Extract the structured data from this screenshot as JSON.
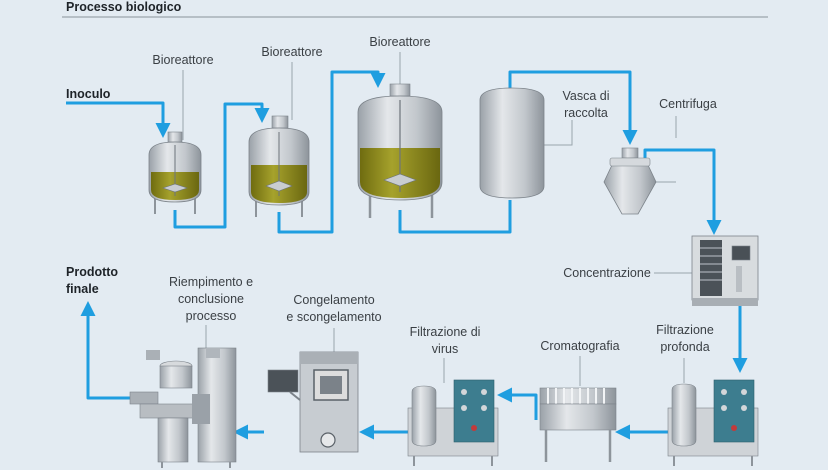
{
  "title": "Processo biologico",
  "inputs": {
    "inoculo": "Inoculo",
    "prodotto_finale": "Prodotto\nfinale"
  },
  "steps": {
    "bioreattore_1": "Bioreattore",
    "bioreattore_2": "Bioreattore",
    "bioreattore_3": "Bioreattore",
    "vasca": "Vasca di\nraccolta",
    "centrifuga": "Centrifuga",
    "concentrazione": "Concentrazione",
    "filtrazione_profonda": "Filtrazione\nprofonda",
    "cromatografia": "Cromatografia",
    "filtrazione_virus": "Filtrazione di\nvirus",
    "congelamento": "Congelamento\ne scongelamento",
    "riempimento": "Riempimento e\nconclusione\nprocesso"
  },
  "colors": {
    "flow": "#1f9ee0",
    "steel": "#c4c9ce",
    "liquid": "#8d8a1c",
    "background": "#e3ebf2"
  }
}
